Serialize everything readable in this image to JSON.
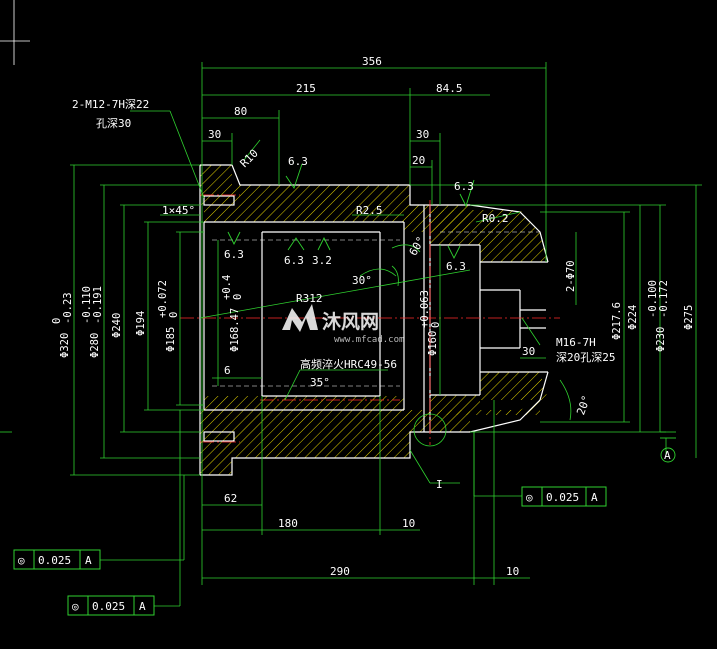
{
  "drawing": {
    "background": "#000000",
    "colors": {
      "body": "#ffffff",
      "dimension": "#2fd12f",
      "centerline": "#ff2a2a",
      "hatch": "#e2d200"
    },
    "dimensions": {
      "overall_length": "356",
      "length_215": "215",
      "length_84_5": "84.5",
      "length_80": "80",
      "length_30_top": "30",
      "length_30_mid": "30",
      "length_20": "20",
      "length_62": "62",
      "length_180": "180",
      "length_10_a": "10",
      "length_290": "290",
      "length_10_b": "10",
      "length_6": "6",
      "length_30_right": "30"
    },
    "diameters_left": {
      "d320_main": "Φ320",
      "d320_tol_upper": "0",
      "d320_tol_lower": "-0.23",
      "d280_main": "Φ280",
      "d280_tol_upper": "-0.110",
      "d280_tol_lower": "-0.191",
      "d240": "Φ240",
      "d194": "Φ194",
      "d185_main": "Φ185",
      "d185_tol_upper": "+0.072",
      "d185_tol_lower": "0",
      "d168_main": "Φ168.47",
      "d168_tol_upper": "+0.4",
      "d168_tol_lower": "0",
      "d160_main": "Φ160",
      "d160_tol_upper": "+0.063",
      "d160_tol_lower": "0"
    },
    "diameters_right": {
      "d70": "2-Φ70",
      "d217": "Φ217.6",
      "d224": "Φ224",
      "d230_main": "Φ230",
      "d230_tol_upper": "-0.100",
      "d230_tol_lower": "-0.172",
      "d275": "Φ275"
    },
    "notes": {
      "thread_top_line1": "2-M12-7H深22",
      "thread_top_line2": "孔深30",
      "radius_r10": "R10",
      "chamfer": "1×45°",
      "rough_6_3_a": "6.3",
      "rough_6_3_b": "6.3",
      "rough_6_3_c": "6.3",
      "rough_6_3_d": "6.3",
      "rough_3_2": "3.2",
      "rough_6_3_e": "6.3",
      "r2_5": "R2.5",
      "r0_2": "R0.2",
      "angle_30": "30°",
      "angle_60": "60°",
      "angle_35": "35°",
      "angle_20": "20°",
      "r312": "R312",
      "hardening": "高频淬火HRC49-56",
      "thread_right_line1": "M16-7H",
      "thread_right_line2": "深20孔深25",
      "detail_label": "I",
      "datum_label": "A"
    },
    "tolerance_frames": [
      {
        "symbol": "◎",
        "value": "0.025",
        "datum": "A"
      },
      {
        "symbol": "◎",
        "value": "0.025",
        "datum": "A"
      },
      {
        "symbol": "◎",
        "value": "0.025",
        "datum": "A"
      }
    ],
    "watermark": {
      "brand": "沐风网",
      "url": "www.mfcad.com"
    }
  }
}
